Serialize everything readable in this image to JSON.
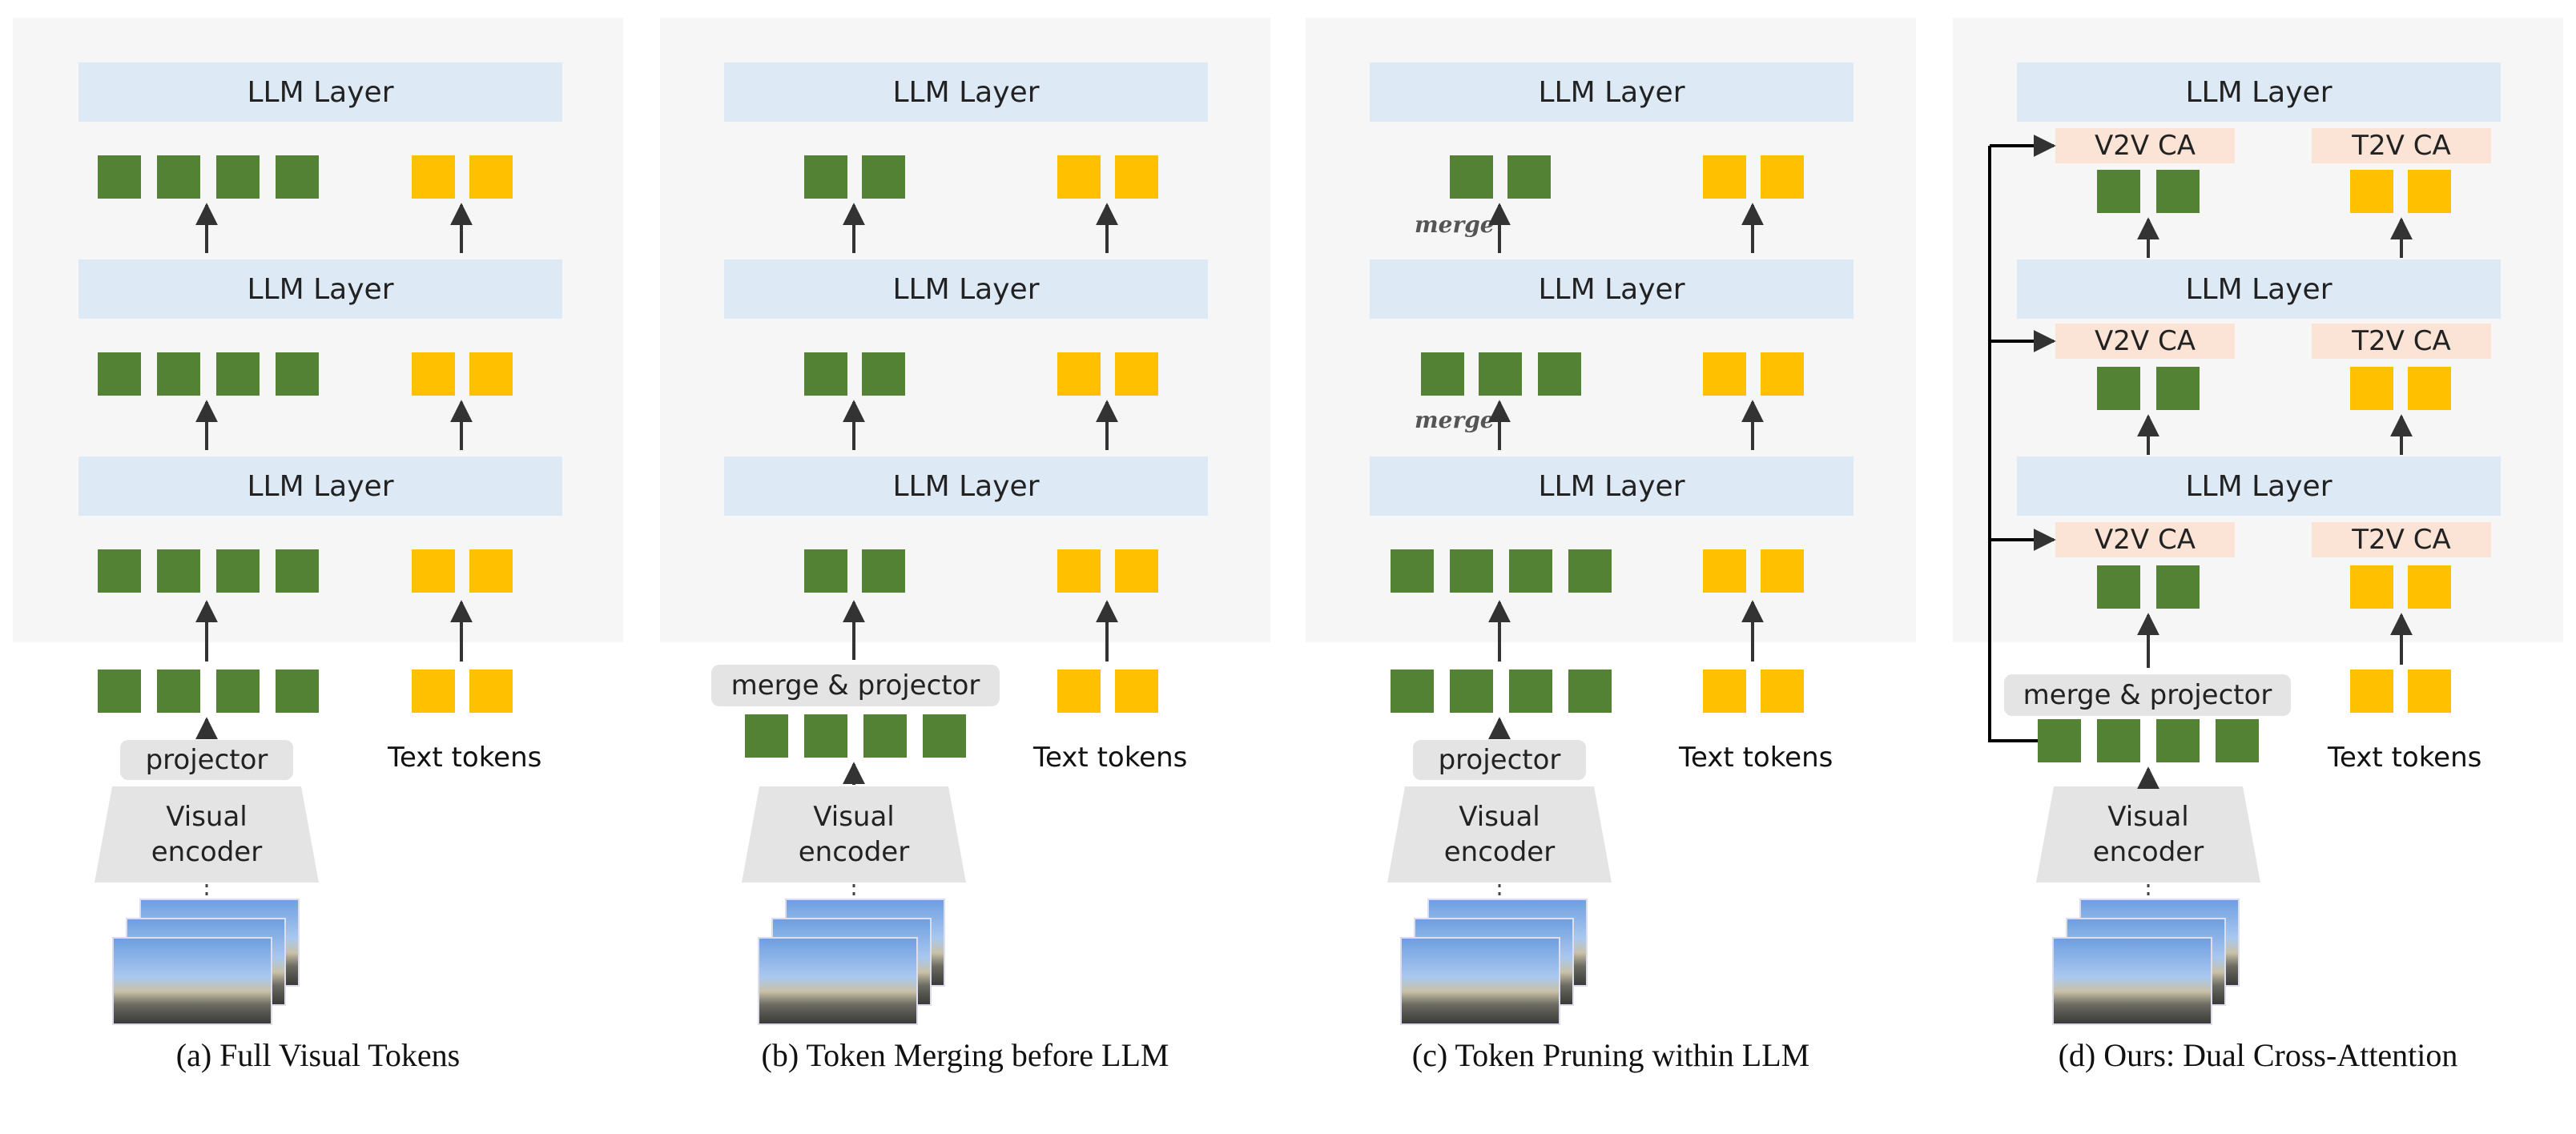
{
  "labels": {
    "llm_layer": "LLM Layer",
    "projector": "projector",
    "merge_projector": "merge & projector",
    "text_tokens": "Text tokens",
    "visual_encoder_line1": "Visual",
    "visual_encoder_line2": "encoder",
    "merge": "merge",
    "v2v_ca": "V2V CA",
    "t2v_ca": "T2V CA"
  },
  "captions": {
    "a": "(a) Full Visual Tokens",
    "b": "(b) Token Merging before LLM",
    "c": "(c) Token Pruning within LLM",
    "d": "(d) Ours: Dual Cross-Attention"
  },
  "colors": {
    "visual_token": "#548235",
    "text_token": "#ffc000",
    "llm_layer": "#dde9f5",
    "cross_attention": "#fbe4d6",
    "panel_background": "#f6f6f6"
  },
  "icons": [
    "arrow-up-icon",
    "video-frames-icon",
    "visual-encoder-trapezoid-icon"
  ]
}
